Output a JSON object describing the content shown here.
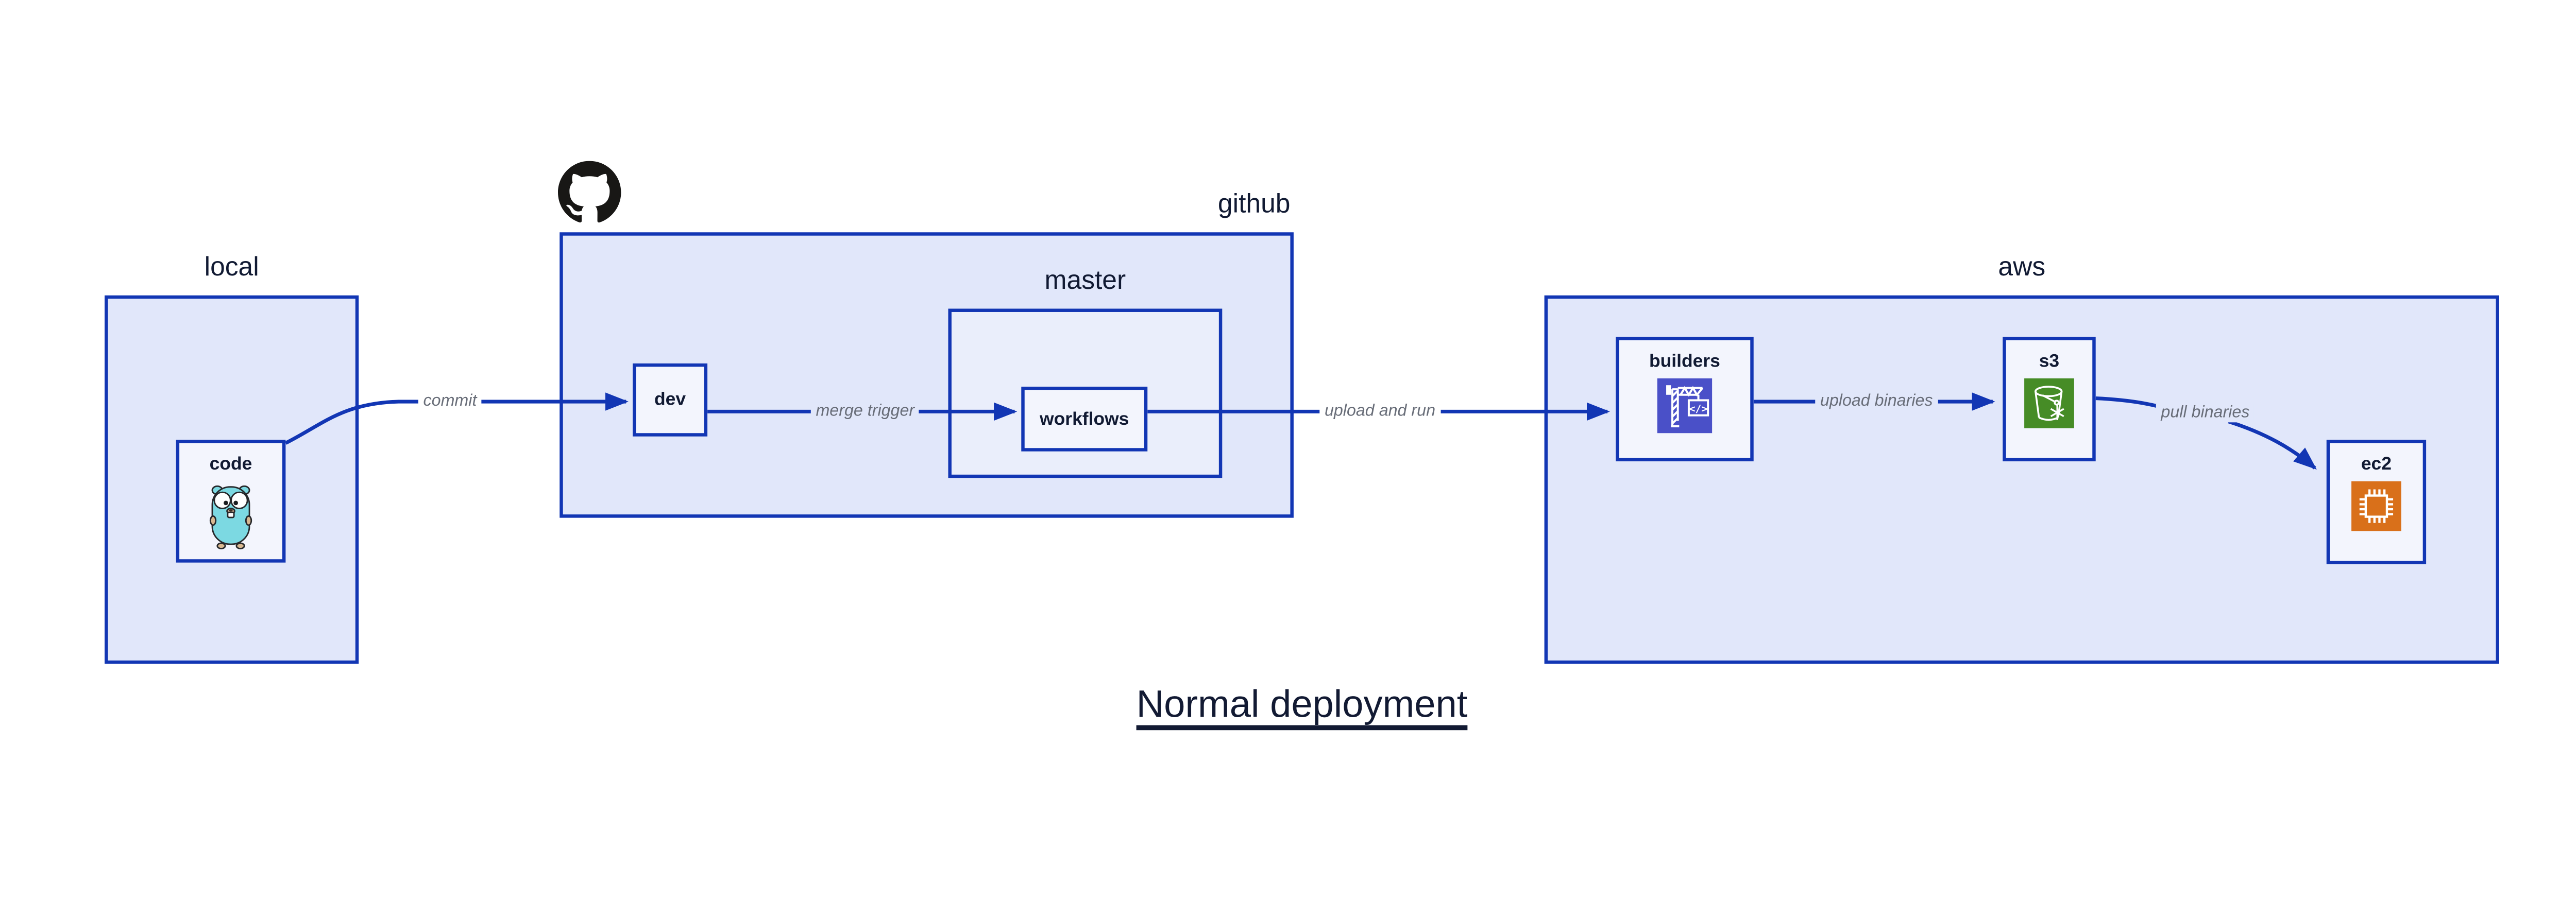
{
  "diagram": {
    "title": "Normal deployment",
    "containers": {
      "local": {
        "label": "local"
      },
      "github": {
        "label": "github"
      },
      "master": {
        "label": "master"
      },
      "aws": {
        "label": "aws"
      }
    },
    "nodes": {
      "code": {
        "label": "code",
        "icon": "go-gopher-icon"
      },
      "dev": {
        "label": "dev"
      },
      "workflows": {
        "label": "workflows"
      },
      "builders": {
        "label": "builders",
        "icon": "codebuild-crane-icon"
      },
      "s3": {
        "label": "s3",
        "icon": "s3-glacier-bucket-icon"
      },
      "ec2": {
        "label": "ec2",
        "icon": "ec2-chip-icon"
      }
    },
    "edges": {
      "commit": {
        "label": "commit"
      },
      "merge_trigger": {
        "label": "merge trigger"
      },
      "upload_and_run": {
        "label": "upload and run"
      },
      "upload_binaries": {
        "label": "upload binaries"
      },
      "pull_binaries": {
        "label": "pull binaries"
      }
    },
    "icons": {
      "github_logo": "github-octocat-icon",
      "codebuild_glyph": "</>"
    },
    "colors": {
      "border_and_arrow_blue": "#1236b4",
      "container_fill": "#e1e7fa",
      "master_fill": "#eaeefb",
      "node_fill": "#f3f5fd",
      "codebuild_indigo": "#4a50c8",
      "s3_green": "#468c26",
      "ec2_orange": "#d9701a",
      "edge_label_gray": "#686d78",
      "text_navy": "#111a33",
      "gopher_teal": "#7cd9e2"
    }
  }
}
